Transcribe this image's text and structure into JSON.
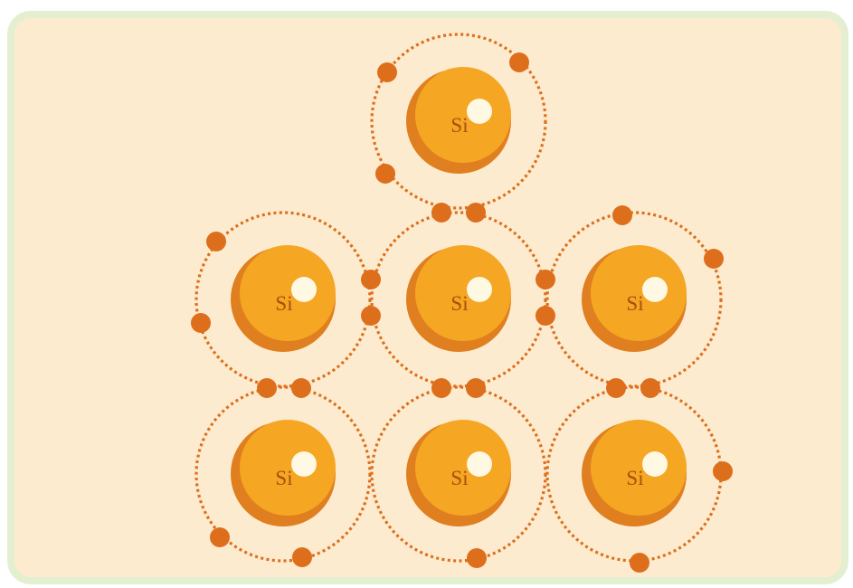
{
  "diagram": {
    "atom_label": "Si",
    "atoms": [
      {
        "id": "top",
        "label": "Si"
      },
      {
        "id": "mid-left",
        "label": "Si"
      },
      {
        "id": "mid-center",
        "label": "Si"
      },
      {
        "id": "mid-right",
        "label": "Si"
      },
      {
        "id": "bottom-left",
        "label": "Si"
      },
      {
        "id": "bottom-center",
        "label": "Si"
      },
      {
        "id": "bottom-right",
        "label": "Si"
      }
    ],
    "colors": {
      "panel_background": "#fdebcf",
      "panel_border": "#e4efd2",
      "nucleus": "#f5a623",
      "nucleus_shadow": "#e07f1f",
      "highlight": "#fff8e3",
      "electron": "#dd6f1c",
      "orbit": "#dd6f1c",
      "label": "#a8500e"
    }
  }
}
